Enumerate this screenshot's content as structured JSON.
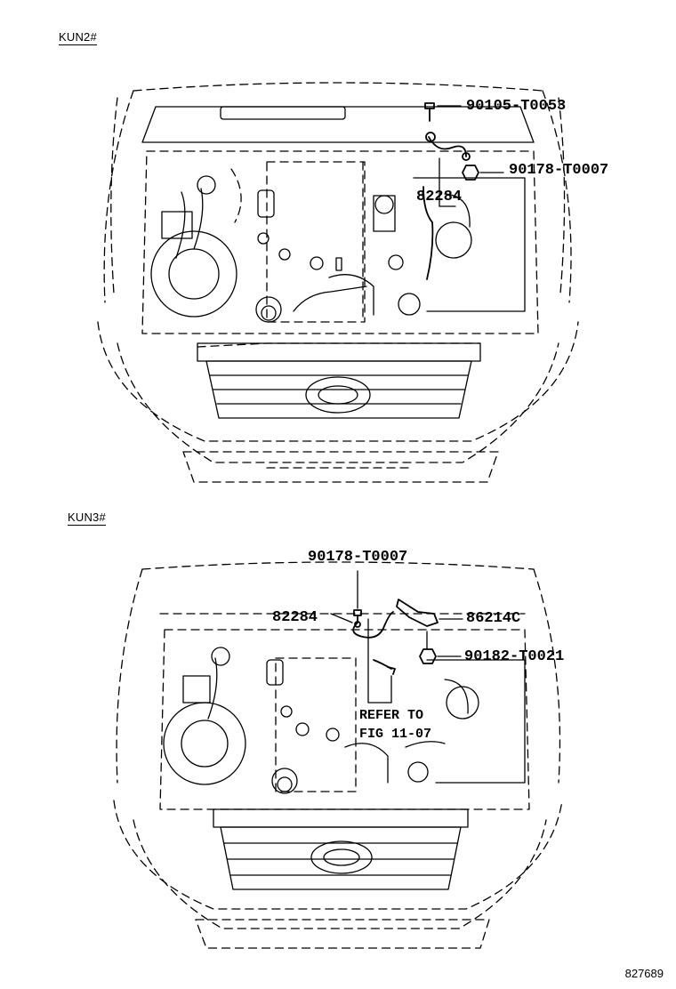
{
  "panels": [
    {
      "variant_code": "KUN2#",
      "callouts": {
        "bolt": "90105-T0053",
        "nut": "90178-T0007",
        "ground_cable": "82284"
      }
    },
    {
      "variant_code": "KUN3#",
      "callouts": {
        "nut": "90178-T0007",
        "ground_cable": "82284",
        "bracket": "86214C",
        "bolt": "90182-T0021",
        "refer_line1": "REFER TO",
        "refer_line2": "FIG 11-07"
      }
    }
  ],
  "figure_number": "827689"
}
